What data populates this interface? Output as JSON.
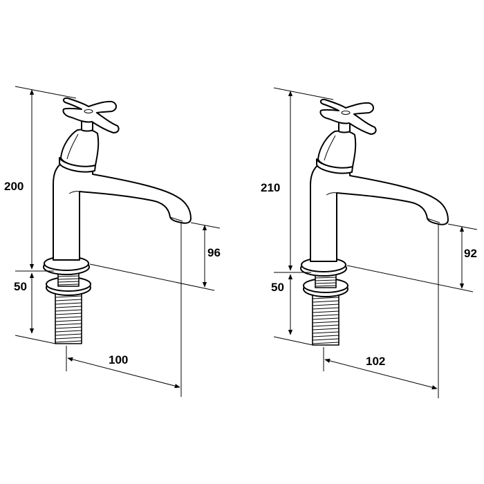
{
  "left_tap": {
    "height_total": "200",
    "height_base": "50",
    "spout_height": "96",
    "spout_reach": "100"
  },
  "right_tap": {
    "height_total": "210",
    "height_base": "50",
    "spout_height": "92",
    "spout_reach": "102"
  },
  "colors": {
    "line": "#000000",
    "background": "#ffffff"
  }
}
